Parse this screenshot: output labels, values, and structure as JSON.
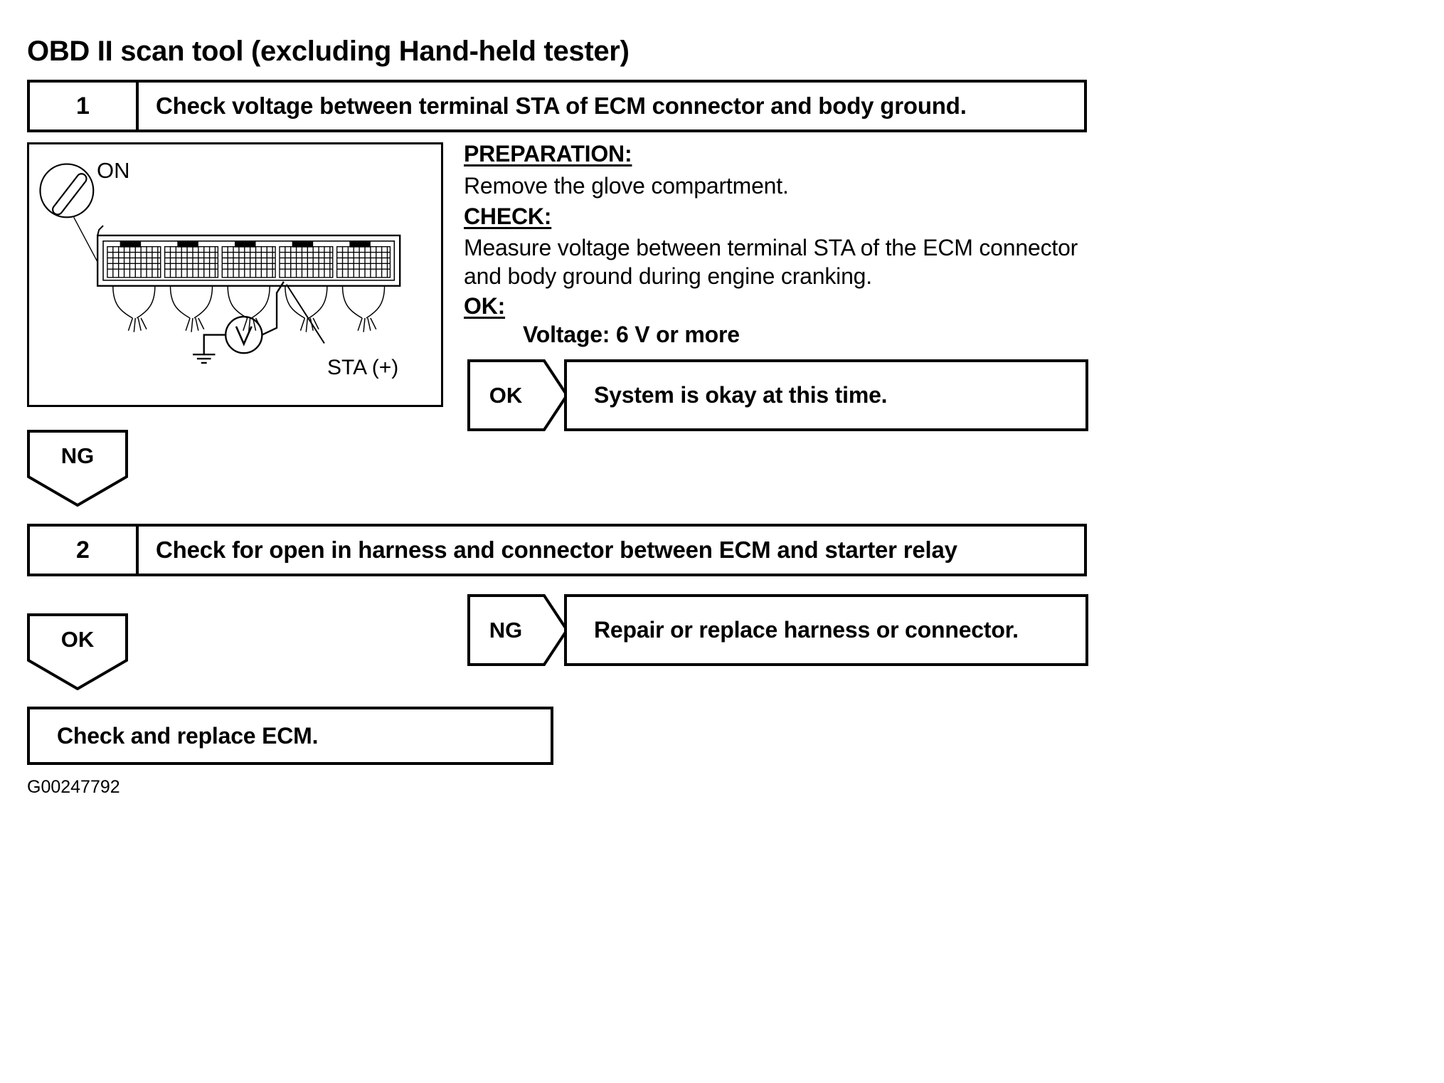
{
  "document": {
    "title": "OBD II scan tool (excluding Hand-held tester)",
    "footer_code": "G00247792"
  },
  "steps": [
    {
      "number": "1",
      "text": "Check voltage between terminal STA of ECM connector and body ground."
    },
    {
      "number": "2",
      "text": "Check for open in harness and connector between ECM and starter relay"
    }
  ],
  "illustration": {
    "ignition_label": "ON",
    "terminal_label": "STA (+)",
    "meter_label": "V"
  },
  "instructions": {
    "preparation_header": "PREPARATION:",
    "preparation_body": "Remove the glove compartment.",
    "check_header": "CHECK:",
    "check_line1": "Measure voltage between terminal STA of the ECM connector",
    "check_line2": "and body ground during engine cranking.",
    "ok_header": "OK:",
    "ok_spec": "Voltage: 6 V or more"
  },
  "results": {
    "step1_ok_tag": "OK",
    "step1_ok_text": "System is okay at this time.",
    "step1_ng_tag": "NG",
    "step2_ng_tag": "NG",
    "step2_ng_text": "Repair or replace harness or connector.",
    "step2_ok_tag": "OK",
    "final_text": "Check and replace ECM."
  },
  "colors": {
    "ink": "#000000",
    "paper": "#ffffff"
  }
}
